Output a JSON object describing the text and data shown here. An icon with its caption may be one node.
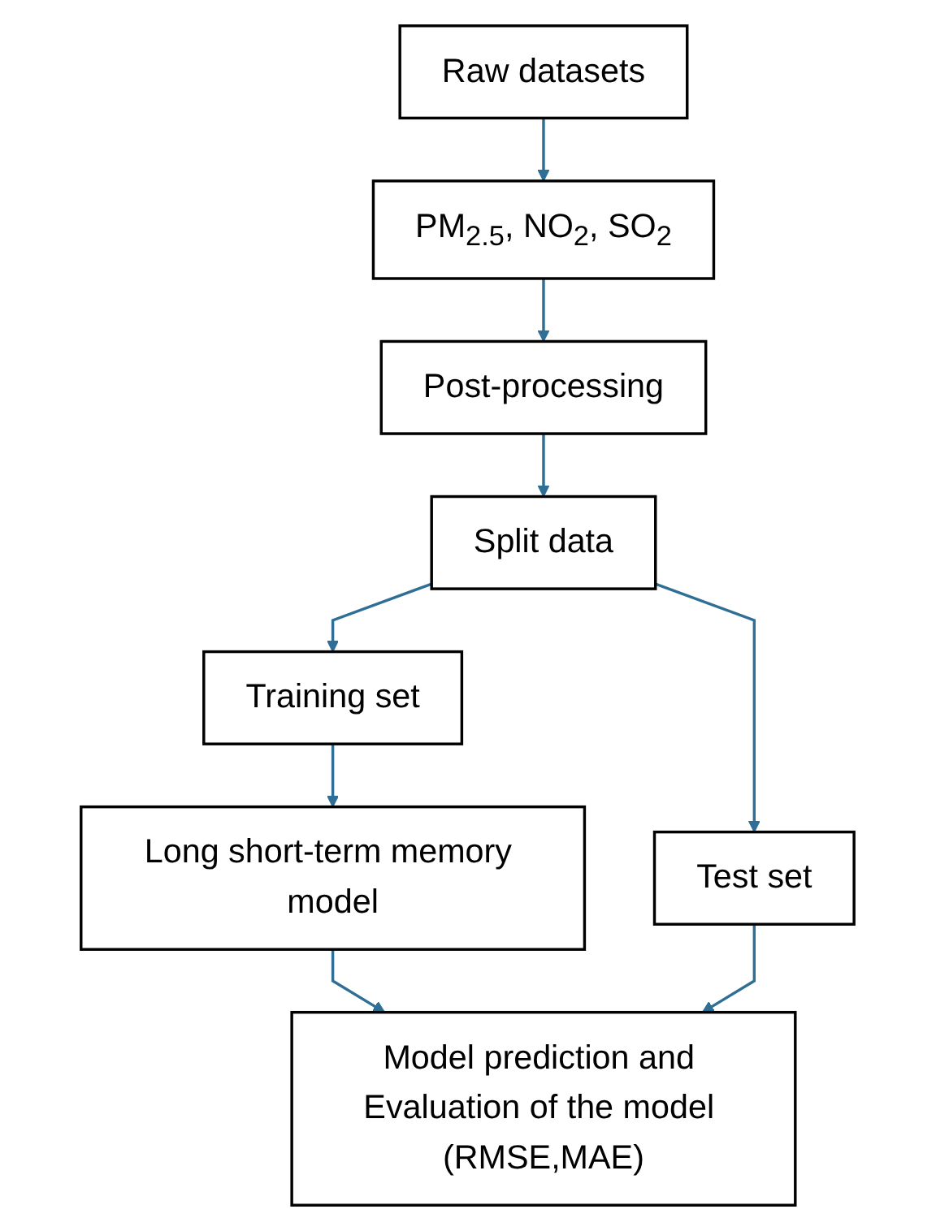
{
  "diagram": {
    "nodes": [
      {
        "text": [
          "Raw datasets"
        ]
      },
      {
        "text": [
          "PM$_{2.5}$, NO$_{2}$, SO$_{2}$"
        ]
      },
      {
        "text": [
          "Post-processing"
        ]
      },
      {
        "text": [
          "Split data"
        ]
      },
      {
        "text": [
          "Training set"
        ]
      },
      {
        "text": [
          "Test set"
        ]
      },
      {
        "text": [
          "Long short-term memory model"
        ]
      },
      {
        "text": [
          "Model prediction and Evaluation of the model (RMSE,MAE)"
        ]
      }
    ],
    "edges": [
      {
        "from": 0,
        "to": 1,
        "arrow": "to"
      },
      {
        "from": 1,
        "to": 2,
        "arrow": "to"
      },
      {
        "from": 2,
        "to": 3,
        "arrow": "to"
      },
      {
        "from": 3,
        "to": 4,
        "arrow": "to"
      },
      {
        "from": 3,
        "to": 5,
        "arrow": "to"
      },
      {
        "from": 4,
        "to": 6,
        "arrow": "to"
      },
      {
        "from": 6,
        "to": 7,
        "arrow": "to"
      },
      {
        "from": 5,
        "to": 7,
        "arrow": "to"
      }
    ]
  }
}
